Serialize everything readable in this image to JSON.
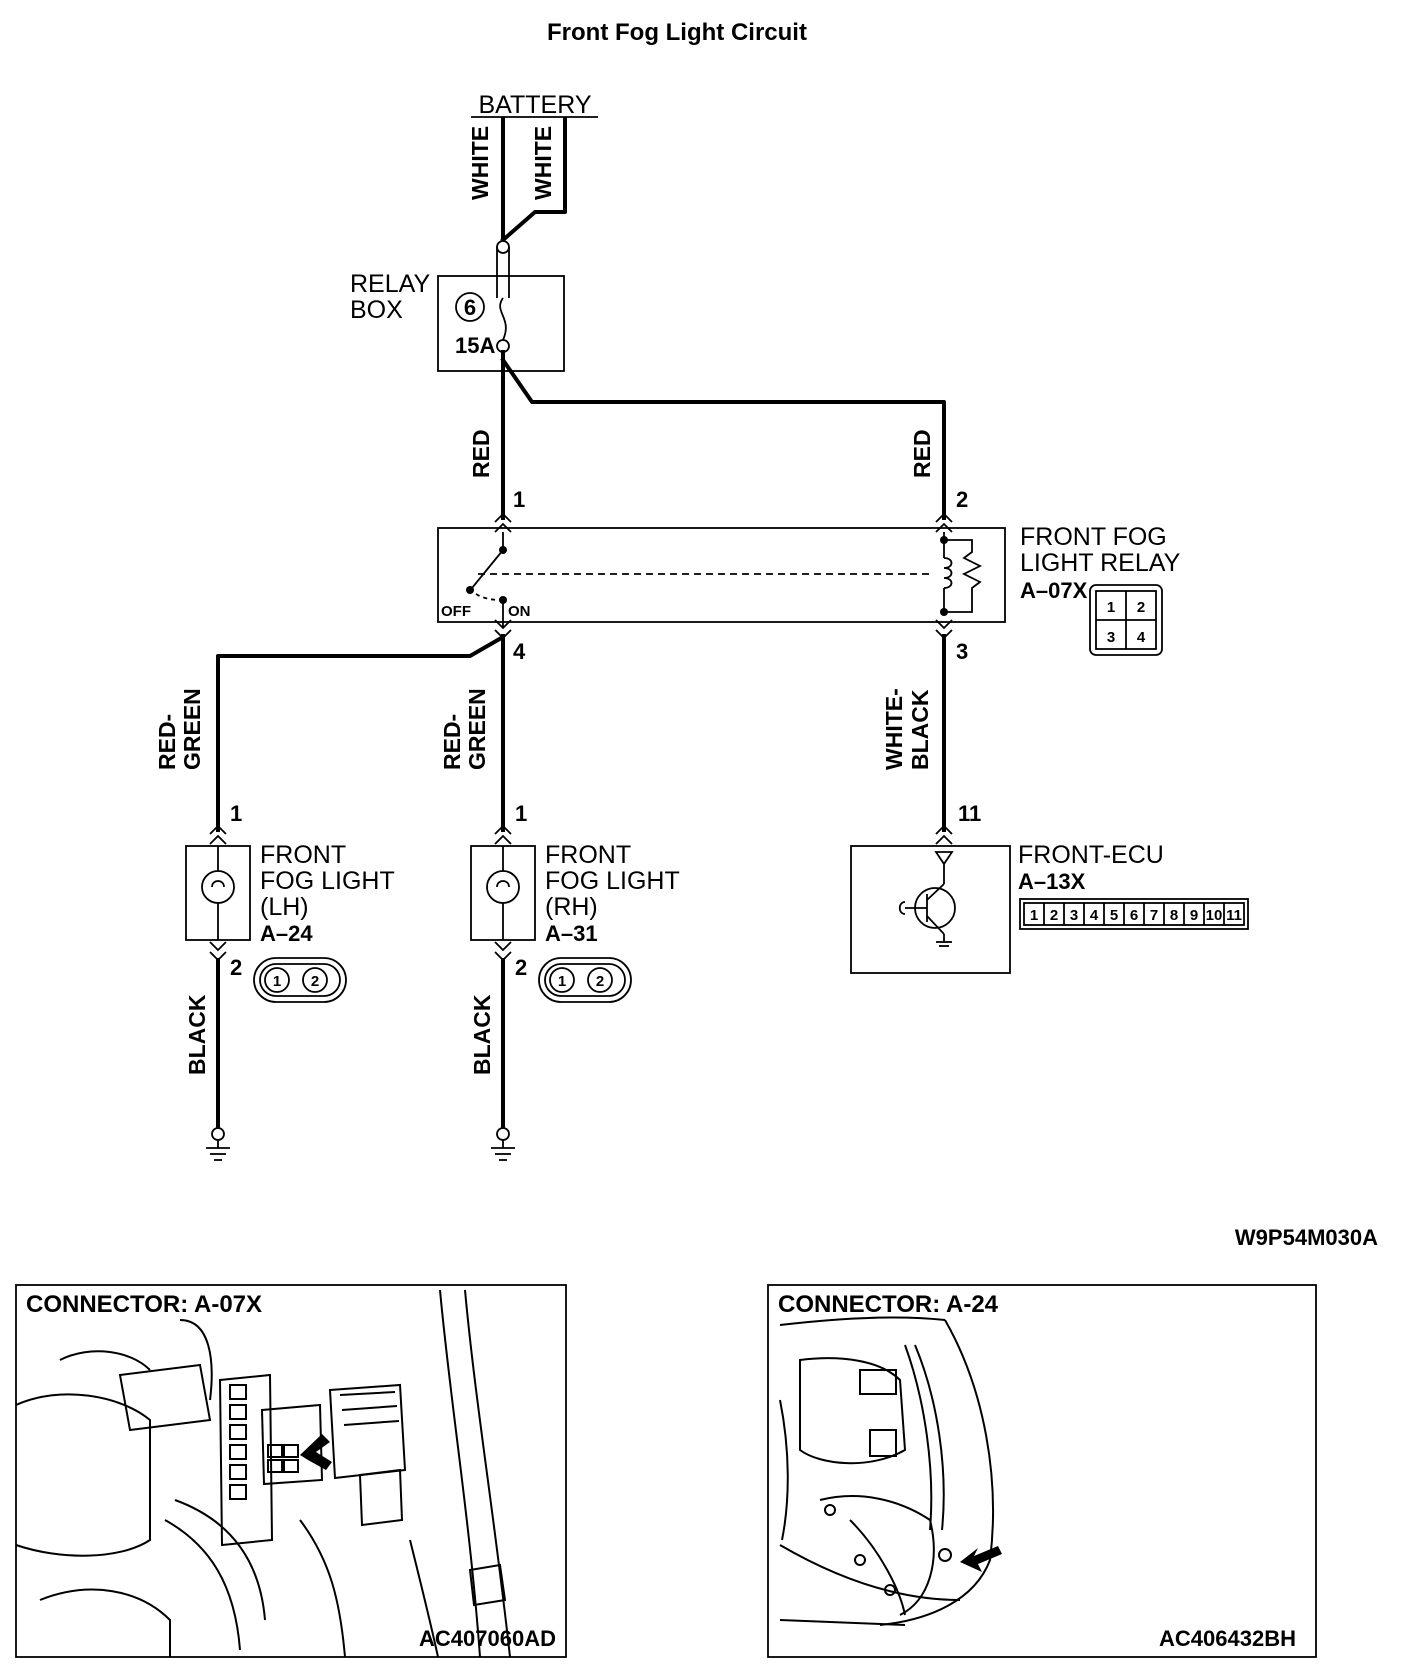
{
  "title": "Front Fog Light Circuit",
  "battery": "BATTERY",
  "fuse": {
    "box_label_1": "RELAY",
    "box_label_2": "BOX",
    "number": "6",
    "rating": "15A"
  },
  "relay": {
    "name_1": "FRONT FOG",
    "name_2": "LIGHT RELAY",
    "connector": "A–07X",
    "switch_off": "OFF",
    "switch_on": "ON",
    "pin_1": "1",
    "pin_2": "2",
    "pin_3": "3",
    "pin_4": "4",
    "face_pins": [
      "1",
      "2",
      "3",
      "4"
    ]
  },
  "lamp_lh": {
    "name_1": "FRONT",
    "name_2": "FOG LIGHT",
    "name_3": "(LH)",
    "connector": "A–24",
    "pin_1": "1",
    "pin_2": "2",
    "face_pins": [
      "1",
      "2"
    ]
  },
  "lamp_rh": {
    "name_1": "FRONT",
    "name_2": "FOG LIGHT",
    "name_3": "(RH)",
    "connector": "A–31",
    "pin_1": "1",
    "pin_2": "2",
    "face_pins": [
      "1",
      "2"
    ]
  },
  "ecu": {
    "name": "FRONT-ECU",
    "connector": "A–13X",
    "pin": "11",
    "face_pins": [
      "1",
      "2",
      "3",
      "4",
      "5",
      "6",
      "7",
      "8",
      "9",
      "10",
      "11"
    ]
  },
  "wires": {
    "battery_a": "WHITE",
    "battery_b": "WHITE",
    "to_pin1": "RED",
    "to_pin2": "RED",
    "lh_1": "RED-",
    "lh_2": "GREEN",
    "rh_1": "RED-",
    "rh_2": "GREEN",
    "ecu_1": "WHITE-",
    "ecu_2": "BLACK",
    "ground_lh": "BLACK",
    "ground_rh": "BLACK"
  },
  "diagram_id": "W9P54M030A",
  "panels": [
    {
      "title": "CONNECTOR: A-07X",
      "code": "AC407060AD"
    },
    {
      "title": "CONNECTOR: A-24",
      "code": "AC406432BH"
    }
  ]
}
